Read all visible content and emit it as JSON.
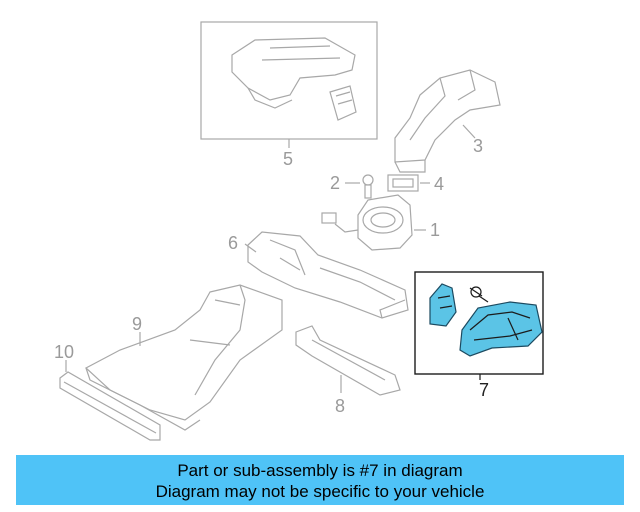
{
  "diagram": {
    "callouts": {
      "c1": "1",
      "c2": "2",
      "c3": "3",
      "c4": "4",
      "c5": "5",
      "c6": "6",
      "c7": "7",
      "c8": "8",
      "c9": "9",
      "c10": "10"
    },
    "highlight_color": "#5bc4e6"
  },
  "banner": {
    "line1": "Part or sub-assembly is #7 in diagram",
    "line2": "Diagram may not be specific to your vehicle",
    "background": "#4fc3f7"
  }
}
